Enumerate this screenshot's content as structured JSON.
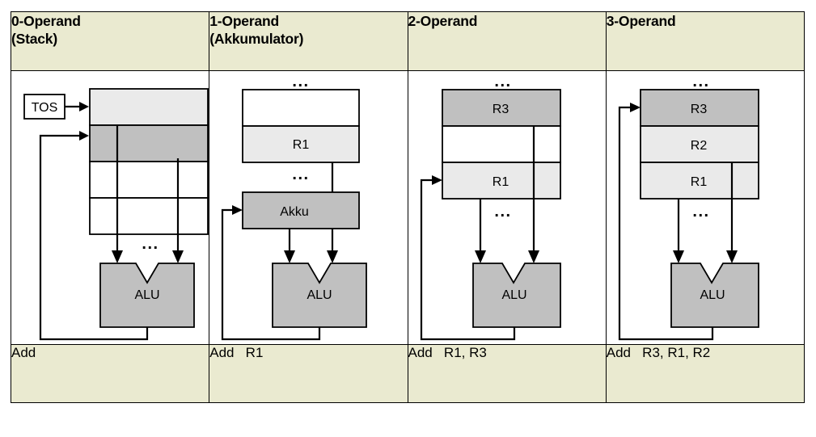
{
  "diagram": {
    "title_semantic": "operand-count-instruction-formats",
    "colors": {
      "header_background": "#eaead0",
      "footer_background": "#eaead0",
      "cell_background": "#ffffff",
      "light_gray": "#eaeaea",
      "medium_gray": "#c0c0c0",
      "border": "#000000",
      "text": "#000000"
    }
  },
  "columns": [
    {
      "key": "col0",
      "header": {
        "line1": "0-Operand",
        "line2": "(Stack)"
      },
      "instruction": "Add",
      "pointer_label": "TOS",
      "memory_cells": [
        {
          "label": "",
          "fill": "#eaeaea"
        },
        {
          "label": "",
          "fill": "#c0c0c0"
        },
        {
          "label": "",
          "fill": "#ffffff"
        },
        {
          "label": "",
          "fill": "#ffffff"
        }
      ],
      "alu_label": "ALU",
      "dots_below": "...",
      "dots_above": ""
    },
    {
      "key": "col1",
      "header": {
        "line1": "1-Operand",
        "line2": "(Akkumulator)"
      },
      "instruction": "Add   R1",
      "pointer_label": "",
      "memory_cells": [
        {
          "label": "",
          "fill": "#ffffff"
        },
        {
          "label": "R1",
          "fill": "#eaeaea"
        }
      ],
      "accumulator_label": "Akku",
      "alu_label": "ALU",
      "dots_above": "...",
      "dots_below": "..."
    },
    {
      "key": "col2",
      "header": {
        "line1": "2-Operand",
        "line2": ""
      },
      "instruction": "Add   R1, R3",
      "pointer_label": "",
      "memory_cells": [
        {
          "label": "R3",
          "fill": "#c0c0c0"
        },
        {
          "label": "",
          "fill": "#ffffff"
        },
        {
          "label": "R1",
          "fill": "#eaeaea"
        }
      ],
      "alu_label": "ALU",
      "dots_above": "...",
      "dots_below": "..."
    },
    {
      "key": "col3",
      "header": {
        "line1": "3-Operand",
        "line2": ""
      },
      "instruction": "Add   R3, R1, R2",
      "pointer_label": "",
      "memory_cells": [
        {
          "label": "R3",
          "fill": "#c0c0c0"
        },
        {
          "label": "R2",
          "fill": "#eaeaea"
        },
        {
          "label": "R1",
          "fill": "#eaeaea"
        }
      ],
      "alu_label": "ALU",
      "dots_above": "...",
      "dots_below": "..."
    }
  ]
}
